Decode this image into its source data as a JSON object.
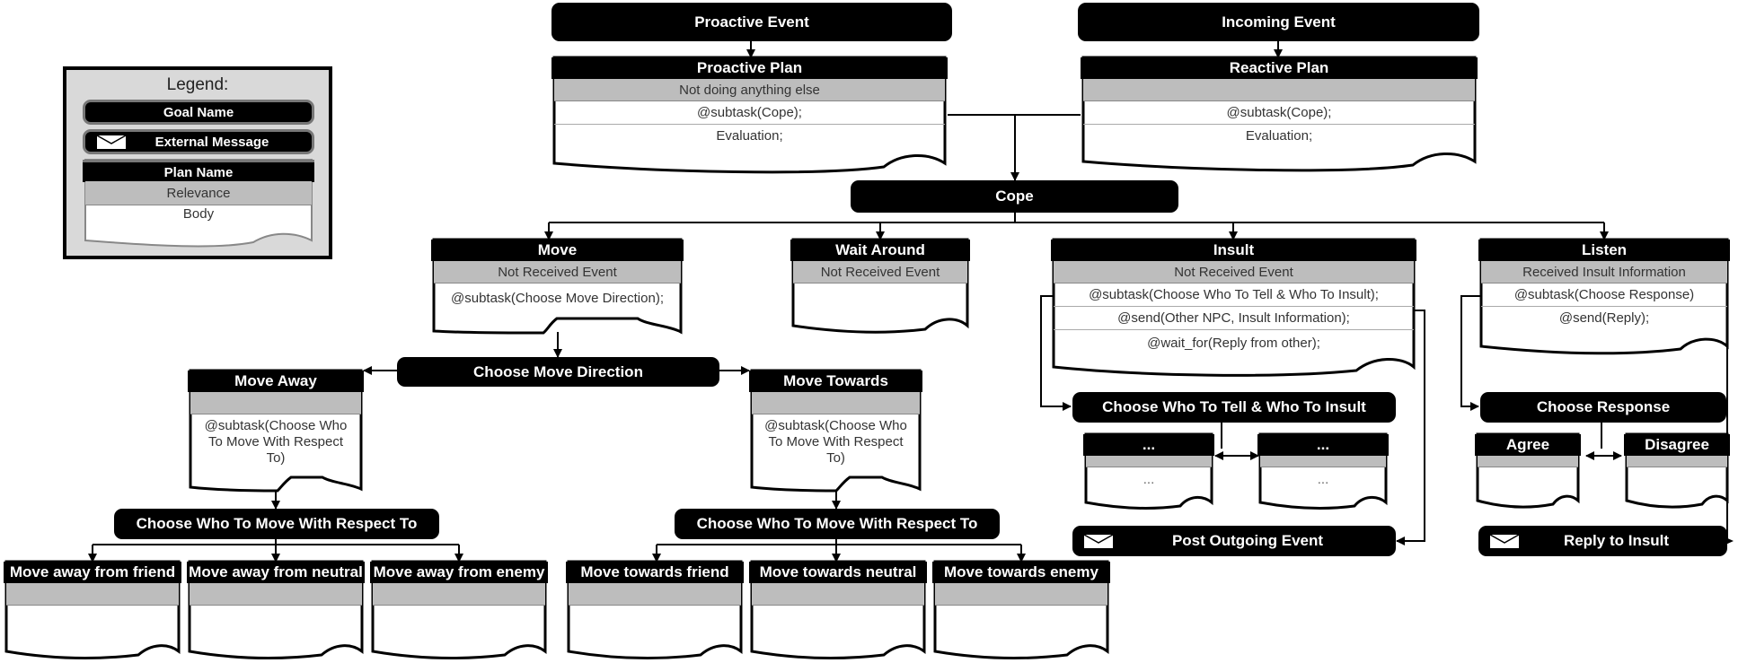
{
  "legend": {
    "title": "Legend:",
    "goal_name": "Goal Name",
    "external_message": "External Message",
    "plan_name": "Plan Name",
    "relevance": "Relevance",
    "body": "Body"
  },
  "goals": {
    "proactive_event": "Proactive Event",
    "incoming_event": "Incoming Event",
    "cope": "Cope",
    "choose_move_direction": "Choose Move Direction",
    "choose_who_move_away": "Choose Who To Move With Respect To",
    "choose_who_move_towards": "Choose Who To Move With Respect To",
    "choose_who_tell_insult": "Choose Who To Tell & Who To Insult",
    "choose_response": "Choose Response",
    "post_outgoing_event": "Post Outgoing Event",
    "reply_to_insult": "Reply to Insult"
  },
  "plans": {
    "proactive_plan": {
      "title": "Proactive Plan",
      "relevance": "Not doing anything else",
      "body": [
        "@subtask(Cope);",
        "Evaluation;"
      ]
    },
    "reactive_plan": {
      "title": "Reactive Plan",
      "relevance": "",
      "body": [
        "@subtask(Cope);",
        "Evaluation;"
      ]
    },
    "move": {
      "title": "Move",
      "relevance": "Not Received Event",
      "body": [
        "@subtask(Choose Move Direction);"
      ]
    },
    "wait_around": {
      "title": "Wait Around",
      "relevance": "Not Received Event",
      "body": []
    },
    "insult": {
      "title": "Insult",
      "relevance": "Not Received Event",
      "body": [
        "@subtask(Choose Who To Tell & Who To Insult);",
        "@send(Other NPC, Insult Information);",
        "@wait_for(Reply from other);"
      ]
    },
    "listen": {
      "title": "Listen",
      "relevance": "Received Insult Information",
      "body": [
        "@subtask(Choose Response)",
        "@send(Reply);"
      ]
    },
    "move_away": {
      "title": "Move Away",
      "relevance": "",
      "body": [
        "@subtask(Choose Who To Move With Respect To)"
      ]
    },
    "move_towards": {
      "title": "Move Towards",
      "relevance": "",
      "body": [
        "@subtask(Choose Who To Move With Respect To)"
      ]
    },
    "ellipsis_1": {
      "title": "...",
      "relevance": "",
      "body": [
        "..."
      ]
    },
    "ellipsis_2": {
      "title": "...",
      "relevance": "",
      "body": [
        "..."
      ]
    },
    "agree": {
      "title": "Agree",
      "relevance": "",
      "body": []
    },
    "disagree": {
      "title": "Disagree",
      "relevance": "",
      "body": []
    },
    "move_away_friend": {
      "title": "Move away from friend",
      "relevance": "",
      "body": []
    },
    "move_away_neutral": {
      "title": "Move away from neutral",
      "relevance": "",
      "body": []
    },
    "move_away_enemy": {
      "title": "Move away from enemy",
      "relevance": "",
      "body": []
    },
    "move_towards_friend": {
      "title": "Move towards friend",
      "relevance": "",
      "body": []
    },
    "move_towards_neutral": {
      "title": "Move towards neutral",
      "relevance": "",
      "body": []
    },
    "move_towards_enemy": {
      "title": "Move towards enemy",
      "relevance": "",
      "body": []
    }
  }
}
